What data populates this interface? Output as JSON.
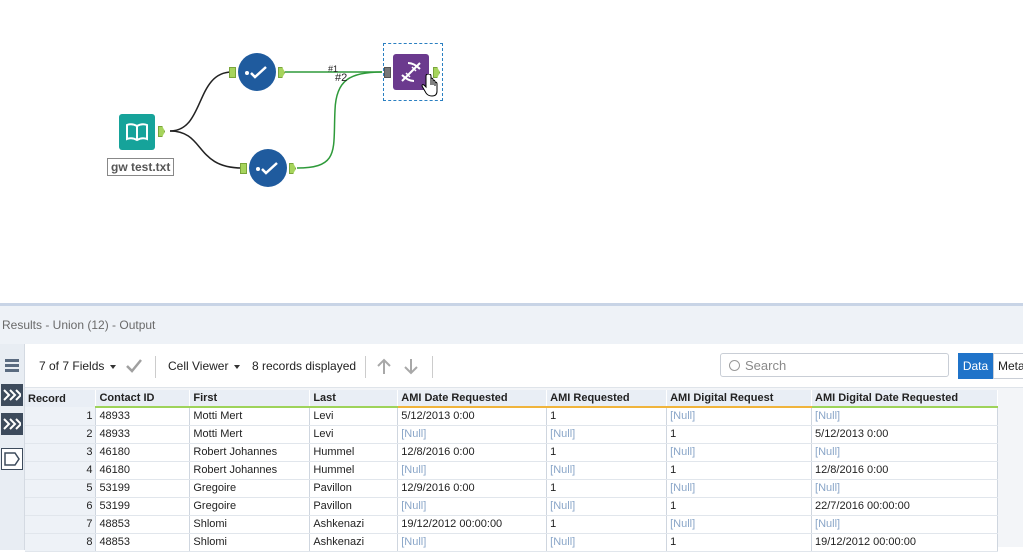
{
  "canvas": {
    "input_tool_label": "gw test.txt",
    "connection_label": "#2",
    "connection_label_small": "#1"
  },
  "results": {
    "title": "Results - Union (12) - Output",
    "toolbar": {
      "fields": "7 of 7 Fields",
      "viewer": "Cell Viewer",
      "records": "8 records displayed",
      "search_placeholder": "Search",
      "data_tab": "Data",
      "meta_tab": "Metadata"
    },
    "columns": [
      "Record",
      "Contact ID",
      "First",
      "Last",
      "AMI Date Requested",
      "AMI Requested",
      "AMI Digital Request",
      "AMI Digital Date Requested"
    ],
    "rows": [
      [
        "1",
        "48933",
        "Motti Mert",
        "Levi",
        "5/12/2013 0:00",
        "1",
        "[Null]",
        "[Null]"
      ],
      [
        "2",
        "48933",
        "Motti Mert",
        "Levi",
        "[Null]",
        "[Null]",
        "1",
        "5/12/2013 0:00"
      ],
      [
        "3",
        "46180",
        "Robert Johannes",
        "Hummel",
        "12/8/2016 0:00",
        "1",
        "[Null]",
        "[Null]"
      ],
      [
        "4",
        "46180",
        "Robert Johannes",
        "Hummel",
        "[Null]",
        "[Null]",
        "1",
        "12/8/2016 0:00"
      ],
      [
        "5",
        "53199",
        "Gregoire",
        "Pavillon",
        "12/9/2016 0:00",
        "1",
        "[Null]",
        "[Null]"
      ],
      [
        "6",
        "53199",
        "Gregoire",
        "Pavillon",
        "[Null]",
        "[Null]",
        "1",
        "22/7/2016 00:00:00"
      ],
      [
        "7",
        "48853",
        "Shlomi",
        "Ashkenazi",
        "19/12/2012 00:00:00",
        "1",
        "[Null]",
        "[Null]"
      ],
      [
        "8",
        "48853",
        "Shlomi",
        "Ashkenazi",
        "[Null]",
        "[Null]",
        "1",
        "19/12/2012 00:00:00"
      ]
    ]
  },
  "colors": {
    "accent": "#1f73c9",
    "tool_blue": "#1f5b9e",
    "input_teal": "#16a39a",
    "union_purple": "#6b3a8e",
    "connection_green": "#2e9a3a",
    "null_text": "#8aa6c8"
  }
}
